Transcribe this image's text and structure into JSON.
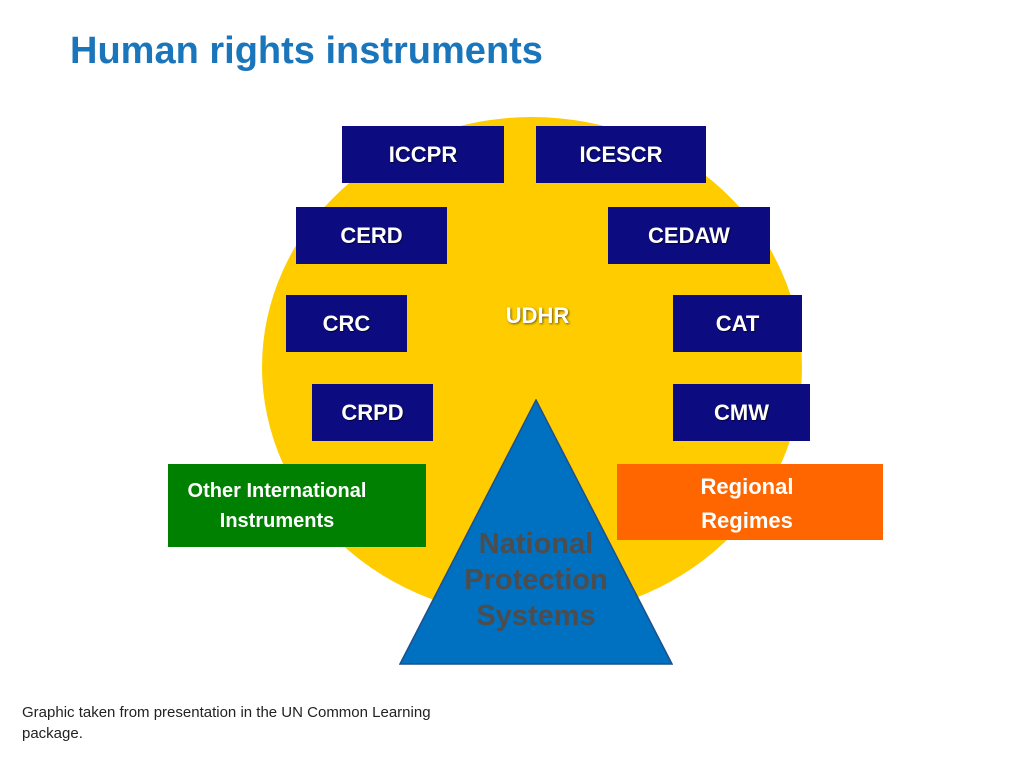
{
  "title": "Human rights instruments",
  "diagram": {
    "center_label": "UDHR",
    "instruments": {
      "iccpr": "ICCPR",
      "icescr": "ICESCR",
      "cerd": "CERD",
      "cedaw": "CEDAW",
      "crc": "CRC",
      "cat": "CAT",
      "crpd": "CRPD",
      "cmw": "CMW"
    },
    "other_instruments": {
      "line1": "Other International",
      "line2": "Instruments"
    },
    "regional_regimes": {
      "line1": "Regional",
      "line2": "Regimes"
    },
    "national_systems": {
      "line1": "National",
      "line2": "Protection",
      "line3": "Systems"
    }
  },
  "footer": "Graphic taken from presentation in the UN Common Learning package.",
  "colors": {
    "title": "#1b75bb",
    "circle": "#ffcc00",
    "instrument_box": "#0c0c80",
    "other_box": "#008000",
    "regional_box": "#ff6600",
    "triangle": "#0070c0"
  }
}
